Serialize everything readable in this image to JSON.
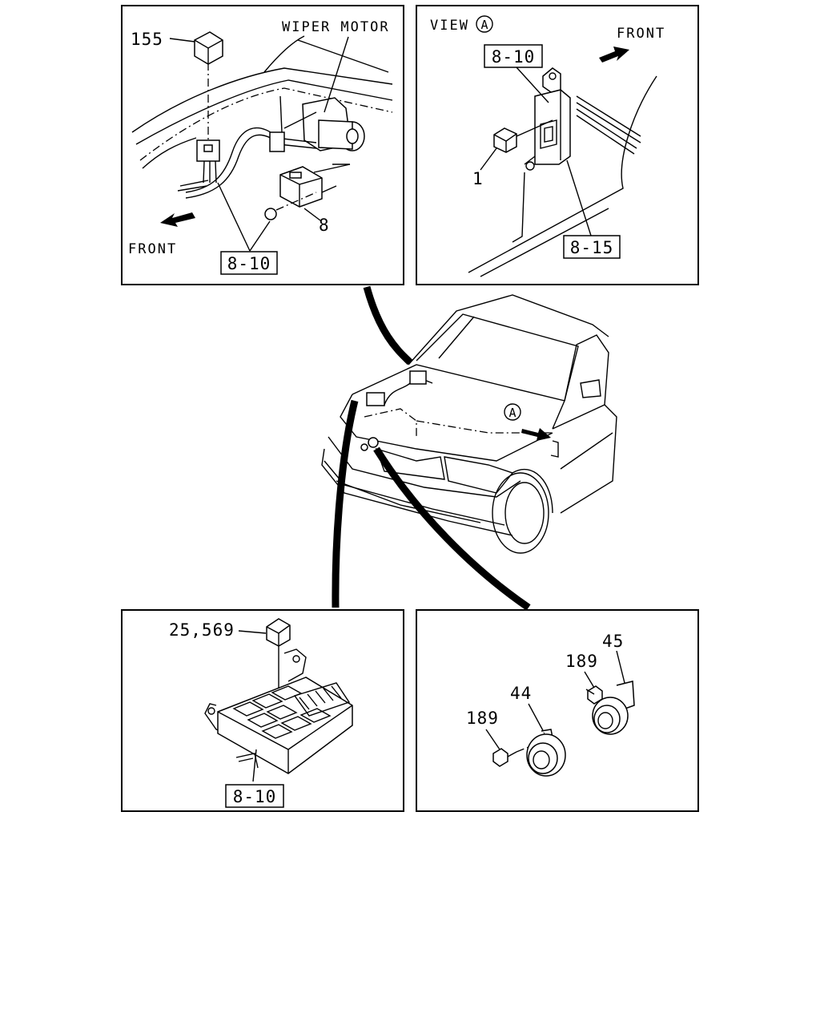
{
  "panels": {
    "top_left": {
      "wiper_motor_label": "WIPER MOTOR",
      "front_label": "FRONT",
      "callout_155": "155",
      "callout_8": "8",
      "callout_8_10": "8-10"
    },
    "top_right": {
      "view_label": "VIEW",
      "view_marker": "A",
      "front_label": "FRONT",
      "callout_8_10": "8-10",
      "callout_1": "1",
      "callout_8_15": "8-15"
    },
    "center": {
      "view_marker": "A"
    },
    "bottom_left": {
      "callout_25_569": "25,569",
      "callout_8_10": "8-10"
    },
    "bottom_right": {
      "callout_45": "45",
      "callout_189_upper": "189",
      "callout_44": "44",
      "callout_189_lower": "189"
    }
  }
}
